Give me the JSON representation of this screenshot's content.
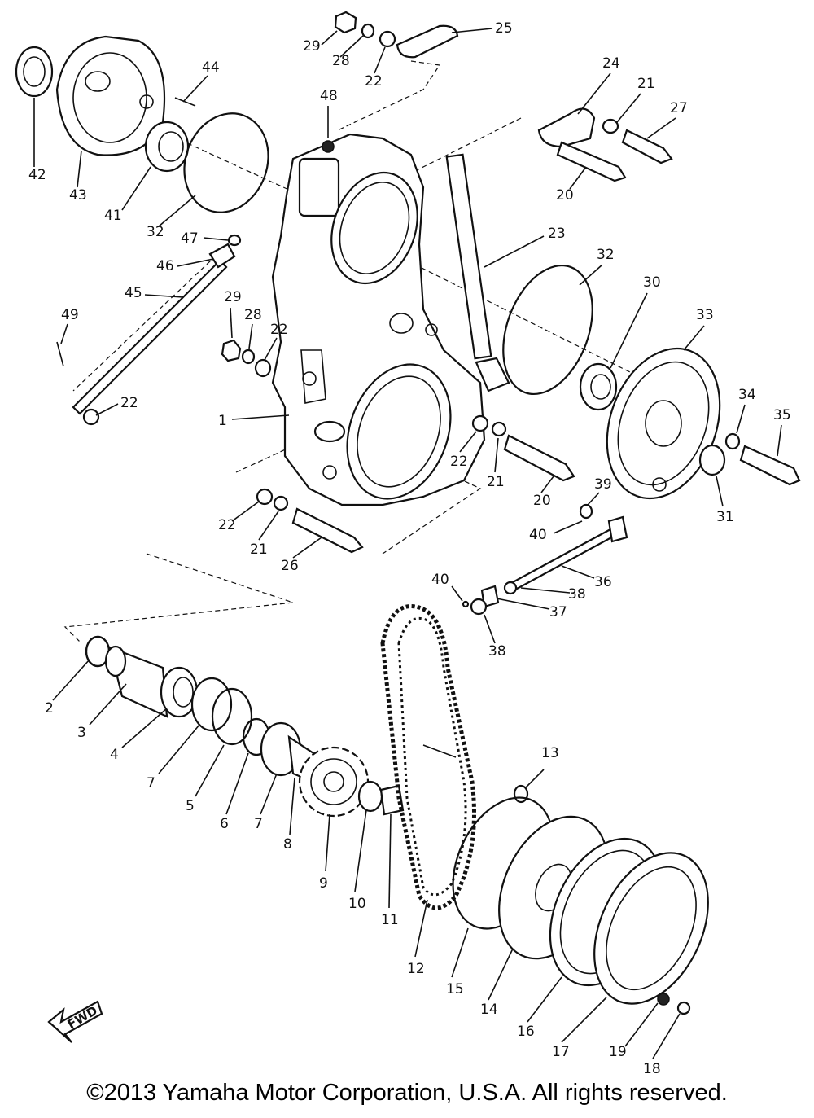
{
  "callouts": [
    "1",
    "2",
    "3",
    "4",
    "5",
    "6",
    "7",
    "8",
    "9",
    "10",
    "11",
    "12",
    "13",
    "14",
    "15",
    "16",
    "17",
    "18",
    "19",
    "20",
    "21",
    "22",
    "23",
    "24",
    "25",
    "26",
    "27",
    "28",
    "29",
    "30",
    "31",
    "32",
    "33",
    "34",
    "35",
    "36",
    "37",
    "38",
    "39",
    "40",
    "41",
    "42",
    "43",
    "44",
    "45",
    "46",
    "47",
    "48",
    "49"
  ],
  "fwd_label": "FWD",
  "copyright": "©2013 Yamaha Motor Corporation, U.S.A. All rights reserved."
}
